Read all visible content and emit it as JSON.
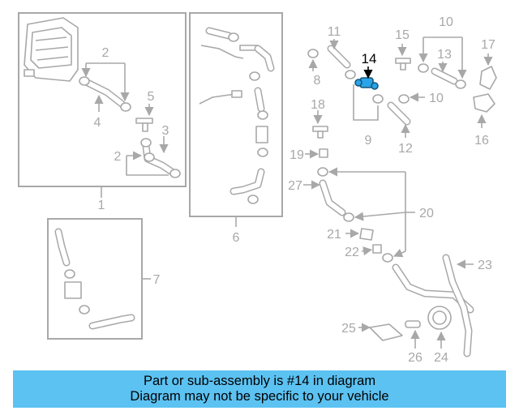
{
  "diagram": {
    "callouts": [
      "1",
      "2",
      "2",
      "3",
      "4",
      "5",
      "6",
      "7",
      "8",
      "9",
      "10",
      "10",
      "11",
      "12",
      "13",
      "14",
      "15",
      "16",
      "17",
      "18",
      "19",
      "20",
      "21",
      "22",
      "23",
      "24",
      "25",
      "26",
      "27"
    ],
    "highlight_color": "#2aa4e8"
  },
  "banner": {
    "line1": "Part or sub-assembly is #14 in diagram",
    "line2": "Diagram may not be specific to your vehicle",
    "background": "#5cc2f2"
  }
}
